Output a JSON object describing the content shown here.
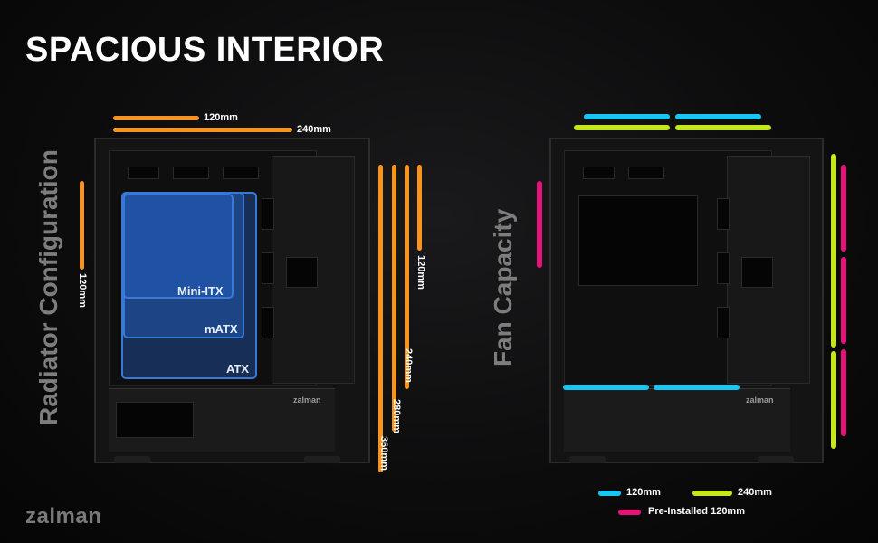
{
  "title": "SPACIOUS INTERIOR",
  "brand": "zalman",
  "case_brand": "zalman",
  "left_panel": {
    "side_title": "Radiator Configuration",
    "top_labels": [
      "120mm",
      "240mm"
    ],
    "left_label": "120mm",
    "right_labels": [
      "120mm",
      "240mm",
      "280mm",
      "360mm"
    ],
    "motherboards": [
      "Mini-ITX",
      "mATX",
      "ATX"
    ]
  },
  "right_panel": {
    "side_title": "Fan Capacity",
    "legend": [
      {
        "label": "120mm",
        "color": "#19c6f2"
      },
      {
        "label": "240mm",
        "color": "#c5e81c"
      },
      {
        "label": "Pre-Installed 120mm",
        "color": "#e8137a"
      }
    ]
  },
  "colors": {
    "orange": "#f7941d",
    "cyan": "#19c6f2",
    "lime": "#c5e81c",
    "pink": "#e8137a",
    "board_blue": "#3a78d8"
  }
}
